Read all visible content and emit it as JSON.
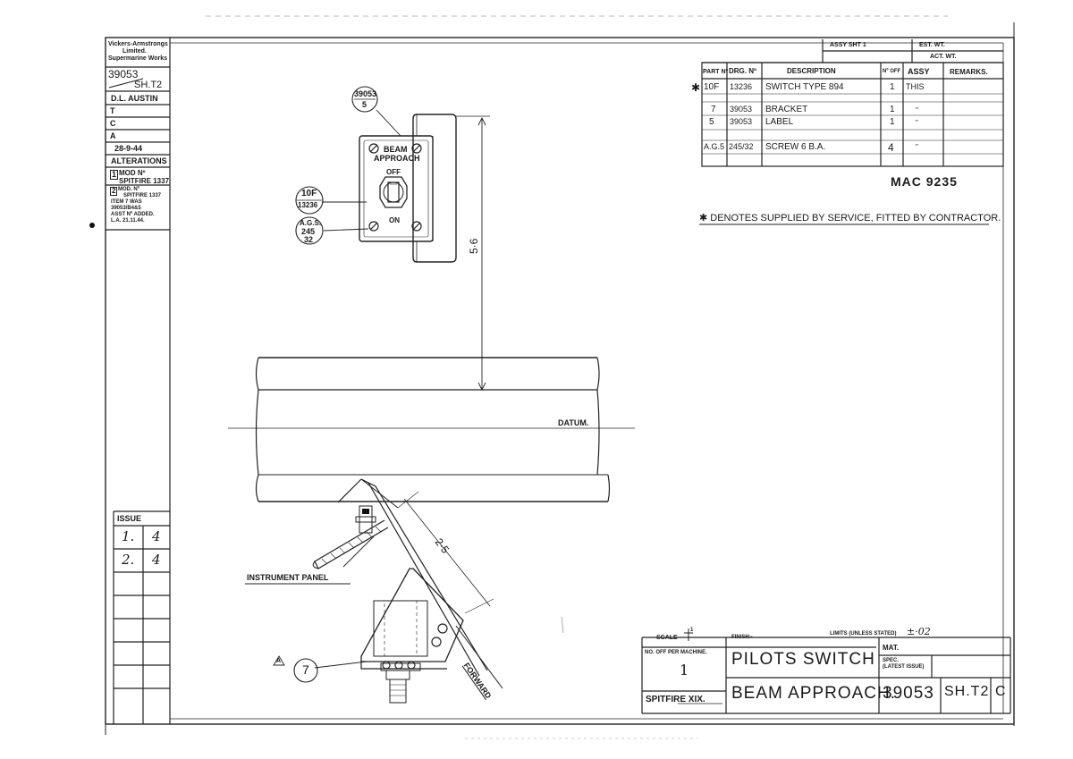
{
  "sidebar": {
    "company": [
      "Vickers-Armstrongs",
      "Limited.",
      "Supermarine Works"
    ],
    "drawing_no": "39053",
    "sheet": "SH.T2",
    "draughtsman": "D.L. AUSTIN",
    "tracer_label": "T",
    "checker_label": "C",
    "approver_label": "A",
    "date": "28-9-44",
    "alterations_label": "ALTERATIONS",
    "alteration_1_no": "1",
    "alteration_1": [
      "MOD Nº",
      "SPITFIRE 1337"
    ],
    "alteration_2_no": "2",
    "alteration_2": [
      "MOD. Nº",
      "SPITFIRE 1337",
      "ITEM 7 WAS",
      "39053/B4&5",
      "ASST Nº ADDED.",
      "L.A. 21.11.44."
    ],
    "issue_label": "ISSUE",
    "issues": [
      {
        "no": "1.",
        "val": "4"
      },
      {
        "no": "2.",
        "val": "4"
      }
    ]
  },
  "header": {
    "assy_ref": "ASSY SHT 1",
    "est_wt": "EST. WT.",
    "act_wt": "ACT. WT."
  },
  "parts_table": {
    "headers": [
      "PART Nº",
      "DRG. Nº",
      "DESCRIPTION",
      "Nº OFF",
      "ASSY",
      "REMARKS."
    ],
    "rows": [
      {
        "mark": "✱",
        "part": "10F",
        "drg": "13236",
        "desc": "SWITCH TYPE 894",
        "off": "1",
        "assy": "THIS"
      },
      {
        "mark": "",
        "part": "7",
        "drg": "39053",
        "desc": "BRACKET",
        "off": "1",
        "assy": "\""
      },
      {
        "mark": "",
        "part": "5",
        "drg": "39053",
        "desc": "LABEL",
        "off": "1",
        "assy": "\""
      },
      {
        "mark": "",
        "part": "A.G.5",
        "drg": "245/32",
        "desc": "SCREW 6 B.A.",
        "off": "4",
        "assy": "\""
      }
    ]
  },
  "mac_no": "MAC 9235",
  "note": "✱ DENOTES SUPPLIED BY SERVICE, FITTED BY CONTRACTOR.",
  "callouts": {
    "label_ref": [
      "39053",
      "5"
    ],
    "switch_ref": [
      "10F",
      "13236"
    ],
    "screw_ref": [
      "A.G.S.",
      "245",
      "32"
    ],
    "bracket_ref": "7",
    "bracket_mark": "A"
  },
  "panel_text": {
    "line1": "BEAM",
    "line2": "APPROACH",
    "off": "OFF",
    "on": "ON"
  },
  "dimensions": {
    "vertical": "5·6",
    "diagonal": "2·5"
  },
  "labels": {
    "datum": "DATUM.",
    "instrument_panel": "INSTRUMENT PANEL",
    "forward": "FORWARD"
  },
  "title_block": {
    "scale_label": "SCALE",
    "scale_value": "1",
    "finish_label": "FINISH:-",
    "limits_label": "LIMITS (UNLESS STATED)",
    "limits_value": "±·02",
    "no_off_label": "NO. OFF PER MACHINE.",
    "no_off_value": "1",
    "aircraft": "SPITFIRE XIX.",
    "title_1": "PILOTS SWITCH",
    "title_2": "BEAM APPROACH.",
    "mat_label": "MAT.",
    "spec_label": "SPEC.",
    "latest_issue_label": "(LATEST ISSUE)",
    "drawing_no": "39053",
    "sheet": "SH.T2",
    "issue_letter": "C"
  }
}
